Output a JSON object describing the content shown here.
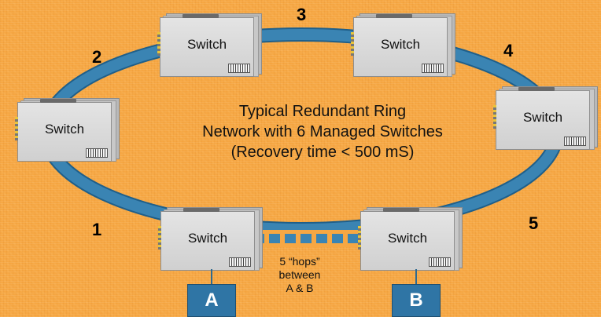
{
  "diagram": {
    "title_lines": [
      "Typical Redundant Ring",
      "Network with 6 Managed Switches",
      "(Recovery time < 500 mS)"
    ],
    "switch_label": "Switch",
    "hop_labels": [
      "1",
      "2",
      "3",
      "4",
      "5"
    ],
    "hops_note_lines": [
      "5 “hops”",
      "between",
      "A & B"
    ],
    "hosts": [
      "A",
      "B"
    ],
    "colors": {
      "background": "#f6a743",
      "ring": "#3a84b3",
      "host": "#2f75a5"
    }
  }
}
